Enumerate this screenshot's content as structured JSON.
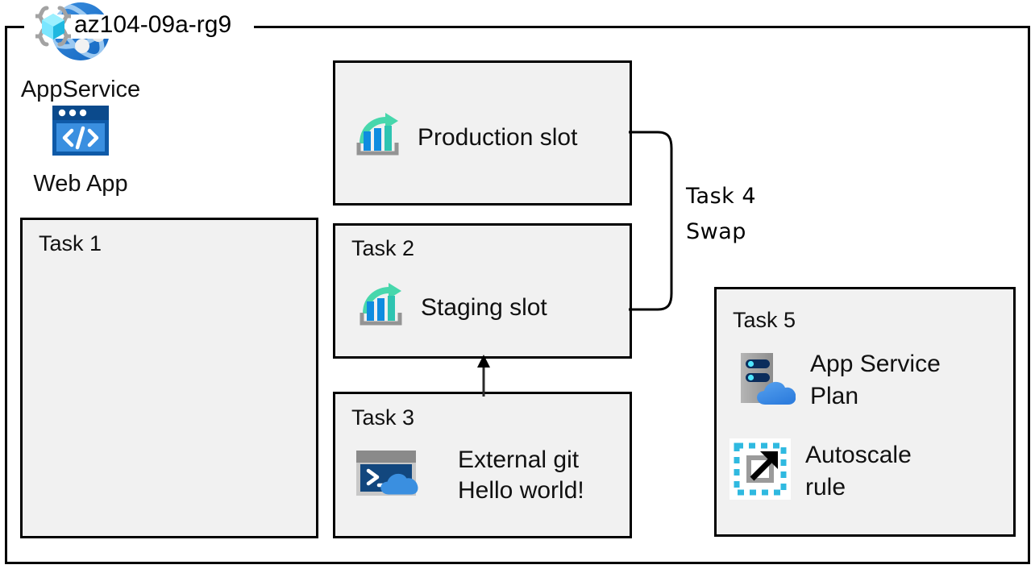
{
  "diagram": {
    "resource_group": {
      "name": "az104-09a-rg9",
      "icon": "azure-resource-group-icon"
    },
    "colors": {
      "box_fill": "#f1f1f1",
      "box_border": "#000000",
      "azure_blue": "#0078d4",
      "azure_light_blue": "#50a0e6",
      "slot_teal": "#47d7ac",
      "slot_bar_blue": "#0f8ce0",
      "cube_cyan": "#50e6ff",
      "gray": "#949494"
    },
    "boxes": {
      "production": {
        "title": "",
        "item_label": "Production slot",
        "icon": "deployment-slot-icon"
      },
      "task1": {
        "title": "Task 1",
        "items": [
          {
            "label": "AppService",
            "icon": "app-service-globe-icon"
          },
          {
            "label": "Web App",
            "icon": "web-app-code-icon"
          }
        ]
      },
      "task2": {
        "title": "Task 2",
        "item_label": "Staging slot",
        "icon": "deployment-slot-icon"
      },
      "task3": {
        "title": "Task 3",
        "item_label": "External git\nHello world!",
        "icon": "cloud-shell-icon"
      },
      "task5": {
        "title": "Task 5",
        "items": [
          {
            "label": "App Service\nPlan",
            "icon": "app-service-plan-icon"
          },
          {
            "label": "Autoscale\nrule",
            "icon": "autoscale-rule-icon"
          }
        ]
      }
    },
    "connectors": {
      "swap": {
        "label": "Task 4\nSwap",
        "icon": "swap-bracket-connector"
      },
      "git_to_staging": {
        "icon": "up-arrow-icon"
      }
    }
  }
}
